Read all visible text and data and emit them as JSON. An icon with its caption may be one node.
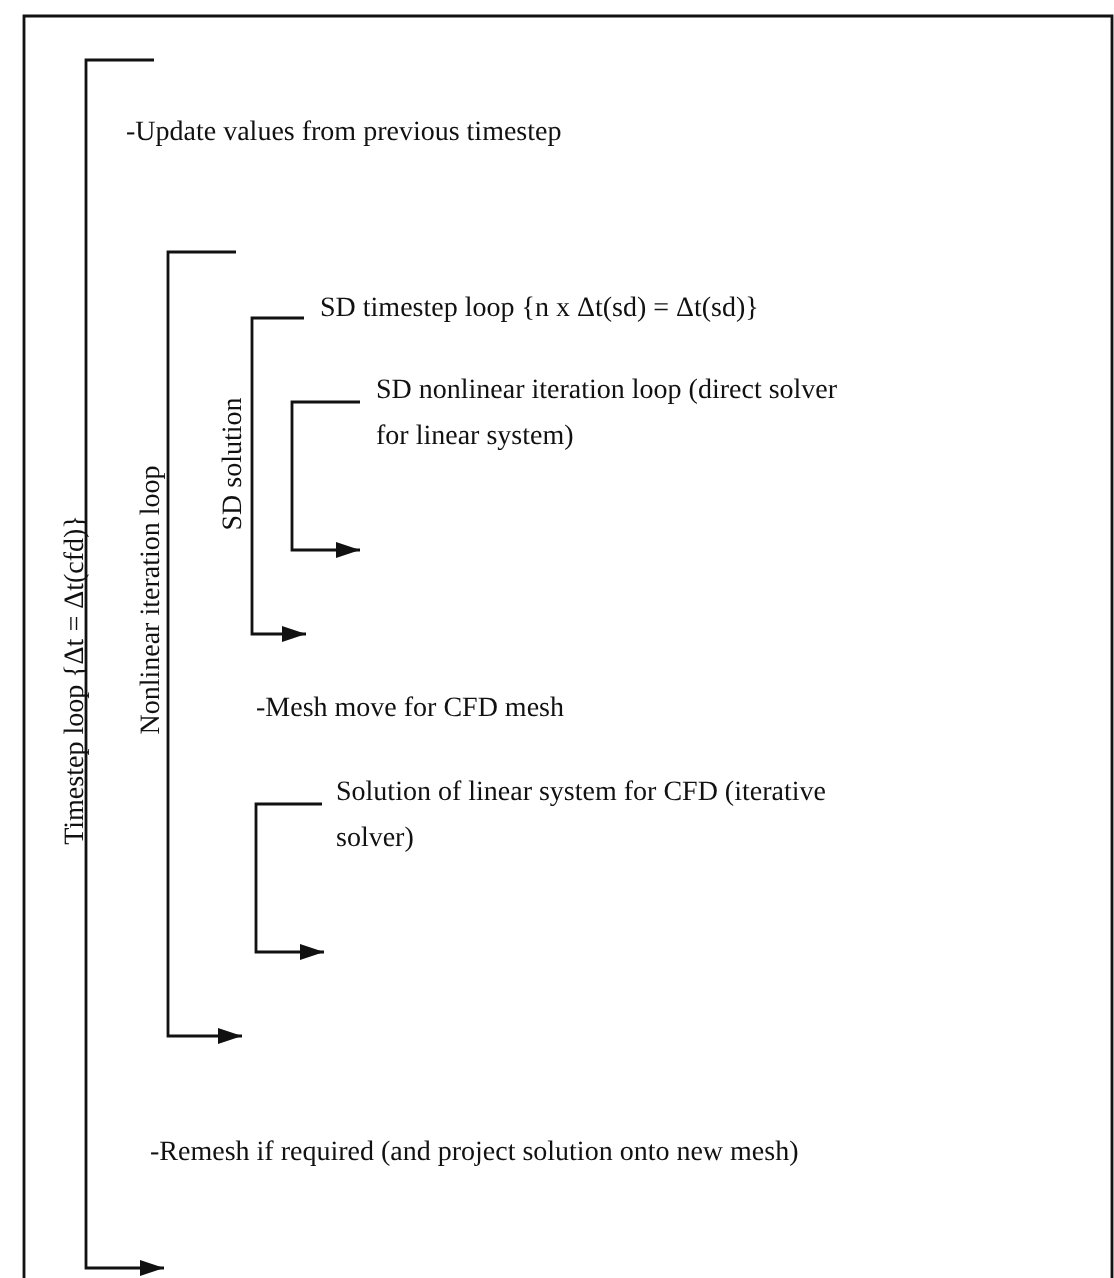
{
  "diagram": {
    "labels": [
      "Timestep loop {Δt = Δt(cfd)}",
      "-Update values from previous timestep",
      "Nonlinear iteration loop",
      "SD timestep loop {n x Δt(sd) = Δt(sd)}",
      "SD solution",
      "SD nonlinear iteration loop (direct solver for linear system)",
      "-Mesh move for CFD mesh",
      "Solution of linear system for CFD (iterative solver)",
      "-Remesh if required (and project solution onto new mesh)"
    ]
  }
}
